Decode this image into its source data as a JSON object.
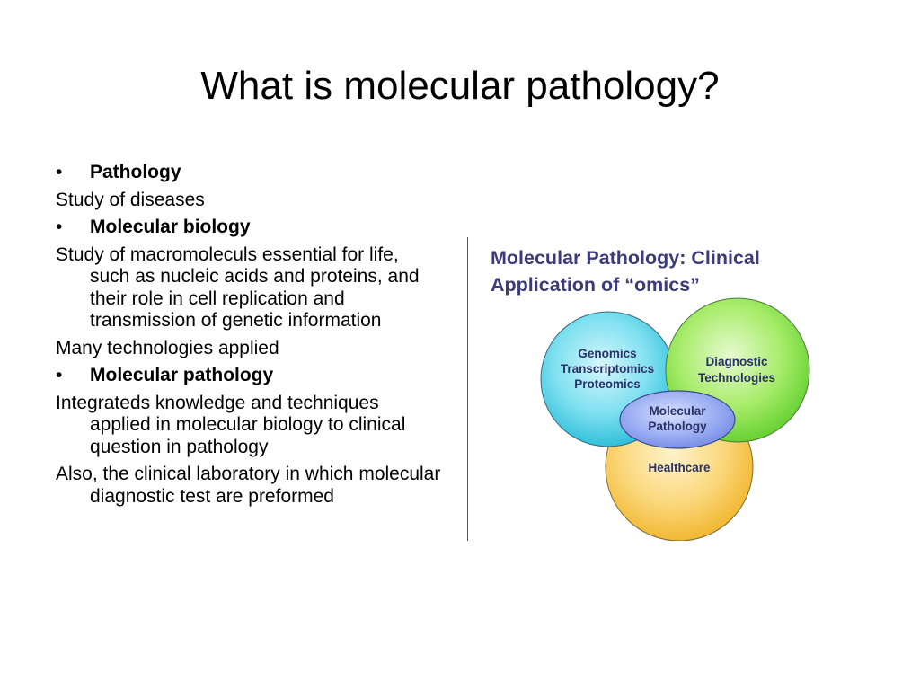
{
  "slide": {
    "title": "What is molecular pathology?",
    "bullet_symbol": "•",
    "items": [
      {
        "kind": "bullet",
        "text": "Pathology"
      },
      {
        "kind": "sub",
        "text": "Study of diseases"
      },
      {
        "kind": "bullet",
        "text": "Molecular biology"
      },
      {
        "kind": "sub",
        "text": "Study of macromoleculs essential for life, such as nucleic acids and proteins, and their role in cell replication and transmission of genetic information"
      },
      {
        "kind": "sub",
        "text": "Many technologies applied"
      },
      {
        "kind": "bullet",
        "text": "Molecular pathology"
      },
      {
        "kind": "sub",
        "text": "Integrateds knowledge and techniques applied in molecular biology to clinical question in pathology"
      },
      {
        "kind": "sub",
        "text": "Also, the clinical laboratory in which molecular diagnostic test are preformed"
      }
    ]
  },
  "figure": {
    "title_line1": "Molecular Pathology: Clinical",
    "title_line2": "Application of “omics”",
    "circles": {
      "omics": {
        "line1": "Genomics",
        "line2": "Transcriptomics",
        "line3": "Proteomics",
        "color": "#58d4ea"
      },
      "diagnostic": {
        "line1": "Diagnostic",
        "line2": "Technologies",
        "color": "#9bea5a"
      },
      "healthcare": {
        "line1": "Healthcare",
        "color": "#f8cd5a"
      },
      "molecular": {
        "line1": "Molecular",
        "line2": "Pathology",
        "color": "#8c9ff0"
      }
    },
    "title_color": "#3b3b7a",
    "label_color": "#2a3166"
  }
}
